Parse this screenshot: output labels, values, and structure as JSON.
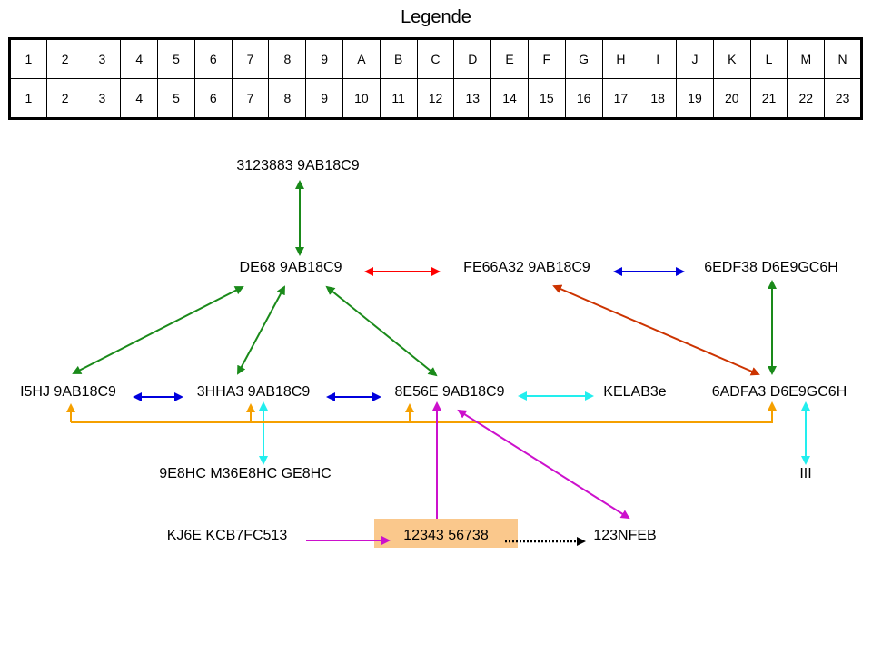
{
  "legend": {
    "title": "Legende",
    "codes": [
      "1",
      "2",
      "3",
      "4",
      "5",
      "6",
      "7",
      "8",
      "9",
      "A",
      "B",
      "C",
      "D",
      "E",
      "F",
      "G",
      "H",
      "I",
      "J",
      "K",
      "L",
      "M",
      "N"
    ],
    "values": [
      "1",
      "2",
      "3",
      "4",
      "5",
      "6",
      "7",
      "8",
      "9",
      "10",
      "11",
      "12",
      "13",
      "14",
      "15",
      "16",
      "17",
      "18",
      "19",
      "20",
      "21",
      "22",
      "23"
    ]
  },
  "nodes": {
    "top": "3123883 9AB18C9",
    "de68": "DE68 9AB18C9",
    "fe66": "FE66A32 9AB18C9",
    "edf38": "6EDF38 D6E9GC6H",
    "i5hj": "I5HJ 9AB18C9",
    "hha3": "3HHA3 9AB18C9",
    "e56e": "8E56E 9AB18C9",
    "kelab": "KELAB3e",
    "adfa3": "6ADFA3 D6E9GC6H",
    "e8hc": "9E8HC M36E8HC GE8HC",
    "iii": "III",
    "kj6e": "KJ6E KCB7FC513",
    "center": "12343 56738",
    "nfeb": "123NFEB"
  },
  "colors": {
    "green": "#1a8a1a",
    "red": "#ff0000",
    "blue": "#0000dd",
    "brown": "#cc3300",
    "orange": "#f5a000",
    "cyan": "#22eeee",
    "magenta": "#cc11cc",
    "highlight": "#fac88c",
    "black": "#000000"
  }
}
